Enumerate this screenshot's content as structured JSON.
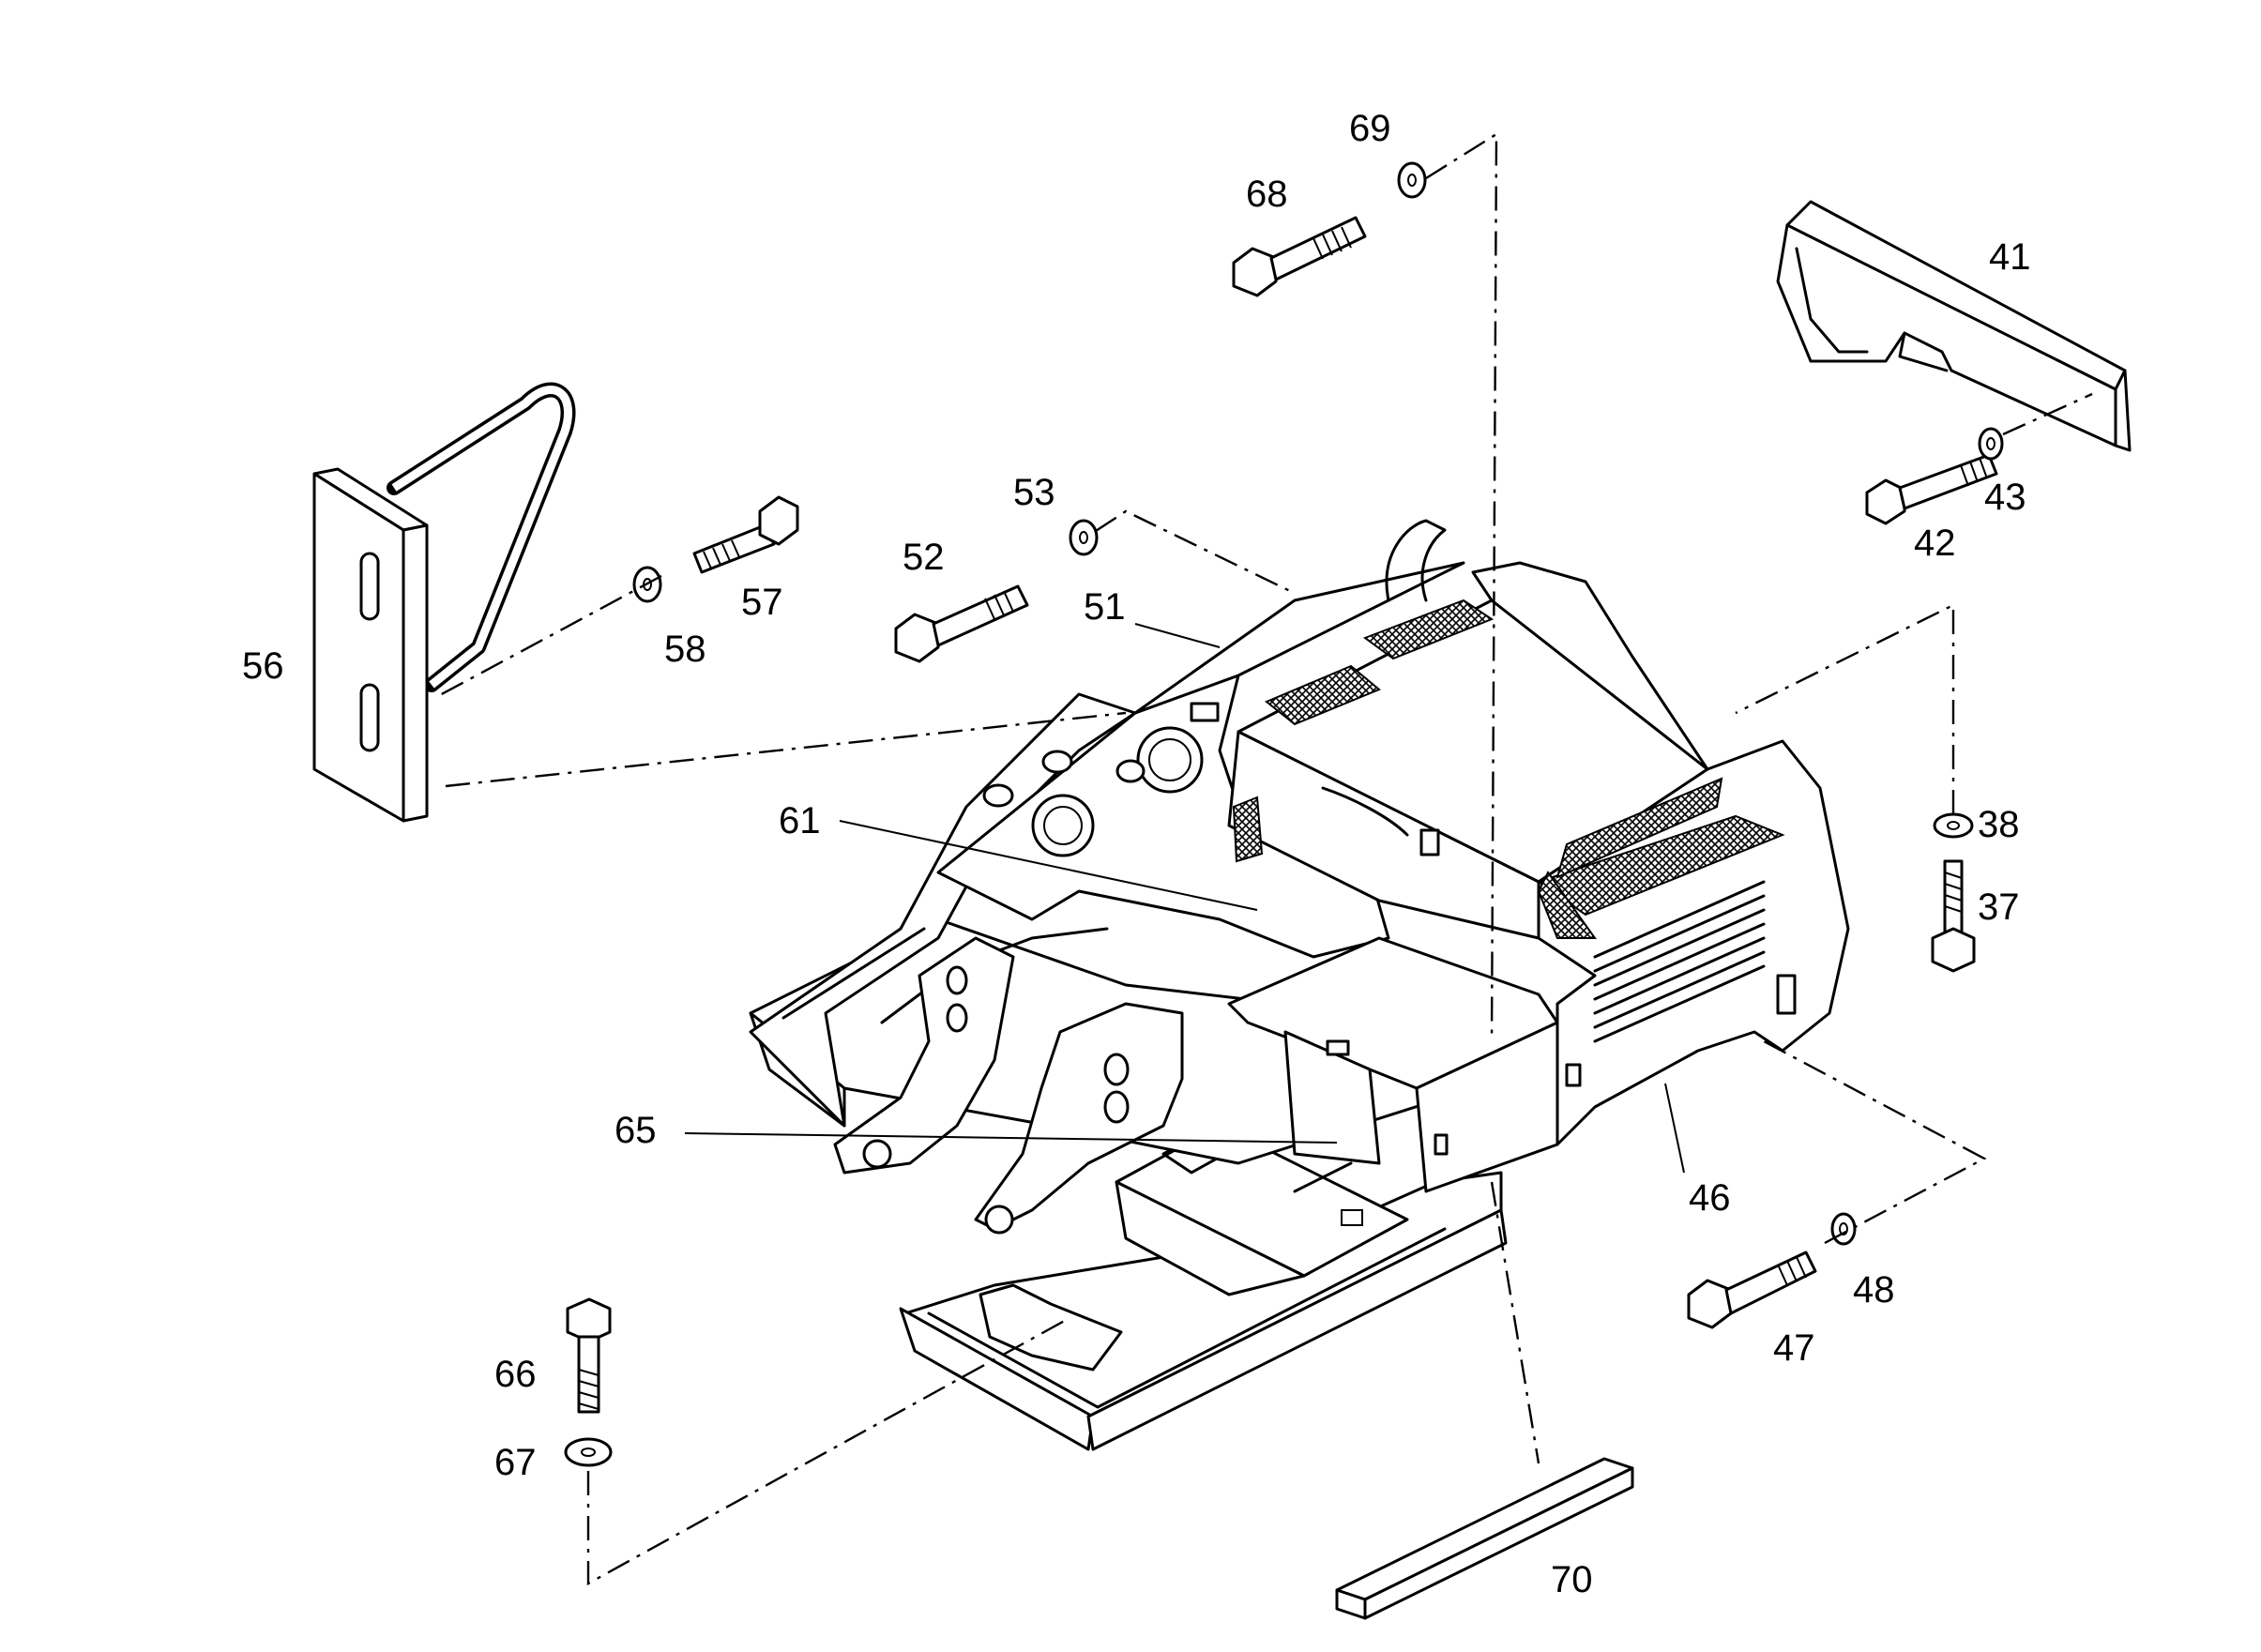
{
  "diagram": {
    "type": "exploded parts diagram",
    "callouts": [
      {
        "id": "c37",
        "label": "37"
      },
      {
        "id": "c38",
        "label": "38"
      },
      {
        "id": "c41",
        "label": "41"
      },
      {
        "id": "c42",
        "label": "42"
      },
      {
        "id": "c43",
        "label": "43"
      },
      {
        "id": "c46",
        "label": "46"
      },
      {
        "id": "c47",
        "label": "47"
      },
      {
        "id": "c48",
        "label": "48"
      },
      {
        "id": "c51",
        "label": "51"
      },
      {
        "id": "c52",
        "label": "52"
      },
      {
        "id": "c53",
        "label": "53"
      },
      {
        "id": "c56",
        "label": "56"
      },
      {
        "id": "c57",
        "label": "57"
      },
      {
        "id": "c58",
        "label": "58"
      },
      {
        "id": "c61",
        "label": "61"
      },
      {
        "id": "c65",
        "label": "65"
      },
      {
        "id": "c66",
        "label": "66"
      },
      {
        "id": "c67",
        "label": "67"
      },
      {
        "id": "c68",
        "label": "68"
      },
      {
        "id": "c69",
        "label": "69"
      },
      {
        "id": "c70",
        "label": "70"
      }
    ]
  }
}
